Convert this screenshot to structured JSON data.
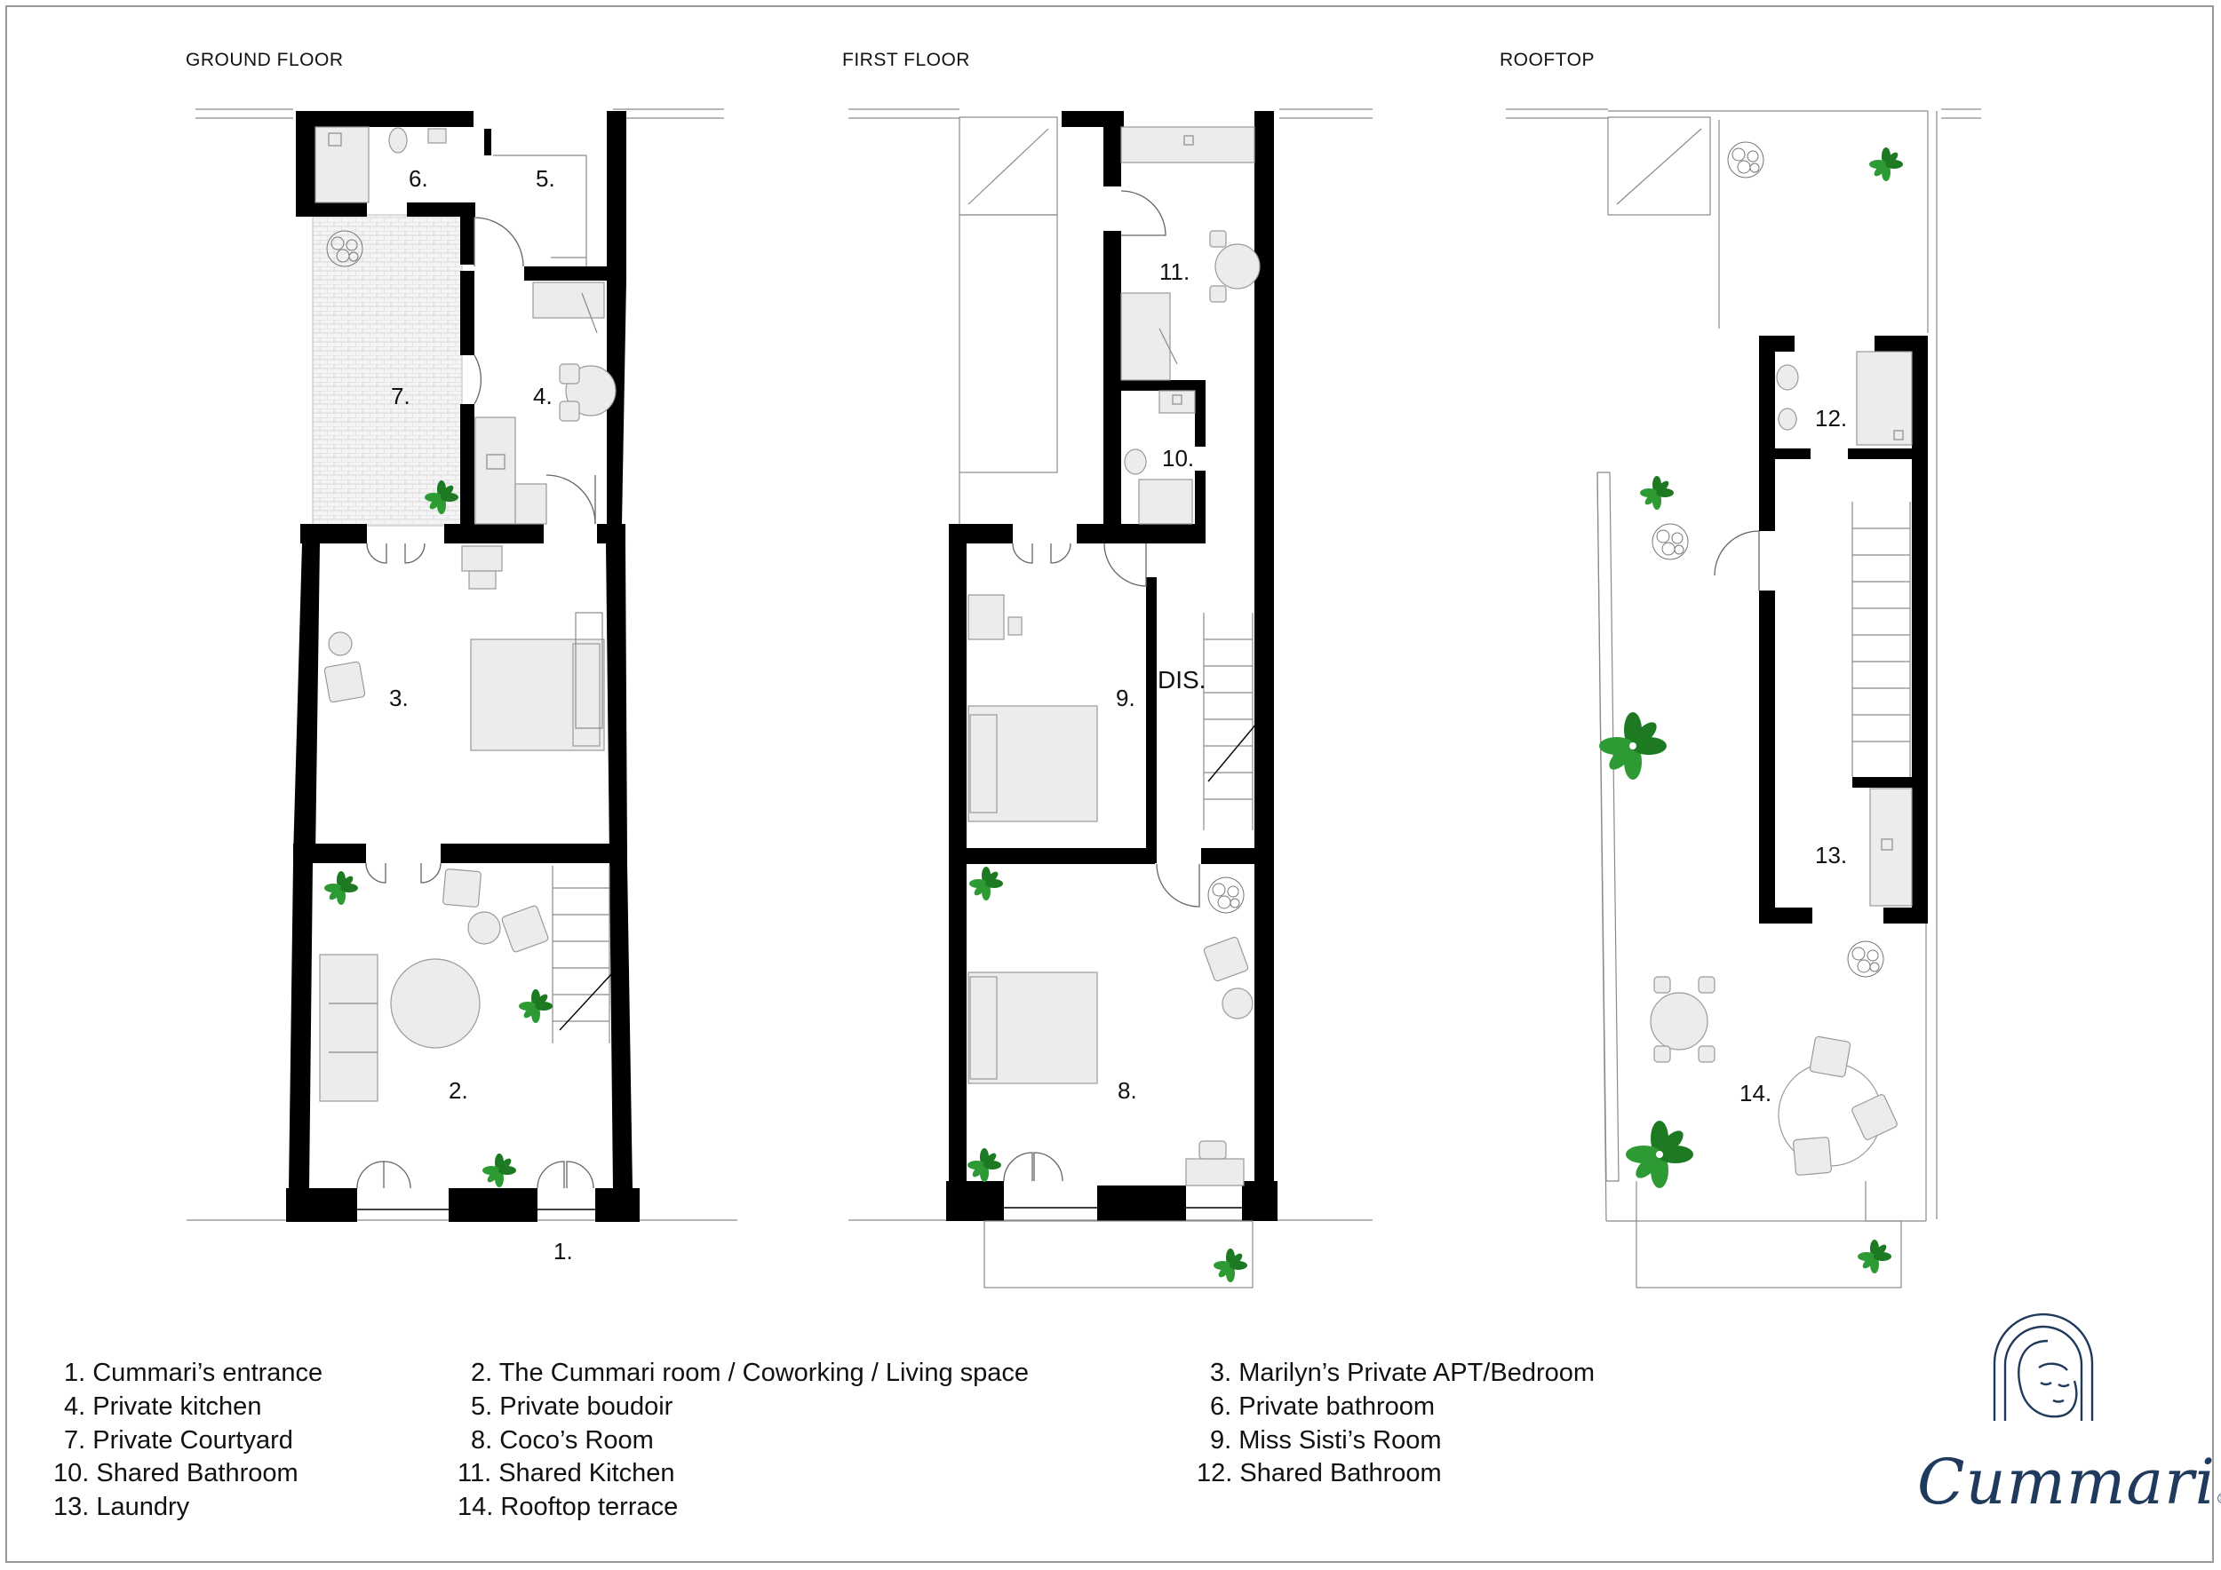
{
  "floors": [
    {
      "title": "GROUND FLOOR"
    },
    {
      "title": "FIRST FLOOR"
    },
    {
      "title": "ROOFTOP"
    }
  ],
  "rooms": {
    "r1": "1.",
    "r2": "2.",
    "r3": "3.",
    "r4": "4.",
    "r5": "5.",
    "r6": "6.",
    "r7": "7.",
    "r8": "8.",
    "r9": "9.",
    "r10": "10.",
    "r11": "11.",
    "r12": "12.",
    "r13": "13.",
    "r14": "14.",
    "dis": "DIS."
  },
  "legend": [
    "1. Cummari’s entrance",
    "2. The Cummari room / Coworking / Living space",
    "3. Marilyn’s Private APT/Bedroom",
    "4. Private kitchen",
    "5. Private boudoir",
    "6. Private bathroom",
    "7. Private Courtyard",
    "8. Coco’s Room",
    "9. Miss Sisti’s Room",
    "10. Shared Bathroom",
    "11. Shared Kitchen",
    "12. Shared Bathroom",
    "13. Laundry",
    "14. Rooftop terrace"
  ],
  "brand": {
    "name": "Cummari",
    "mark": "®",
    "color": "#1f3a5c"
  },
  "colors": {
    "wall": "#000000",
    "furniture": "#ececec",
    "plant": "#1d7a22",
    "frame": "#9a9a9a"
  }
}
